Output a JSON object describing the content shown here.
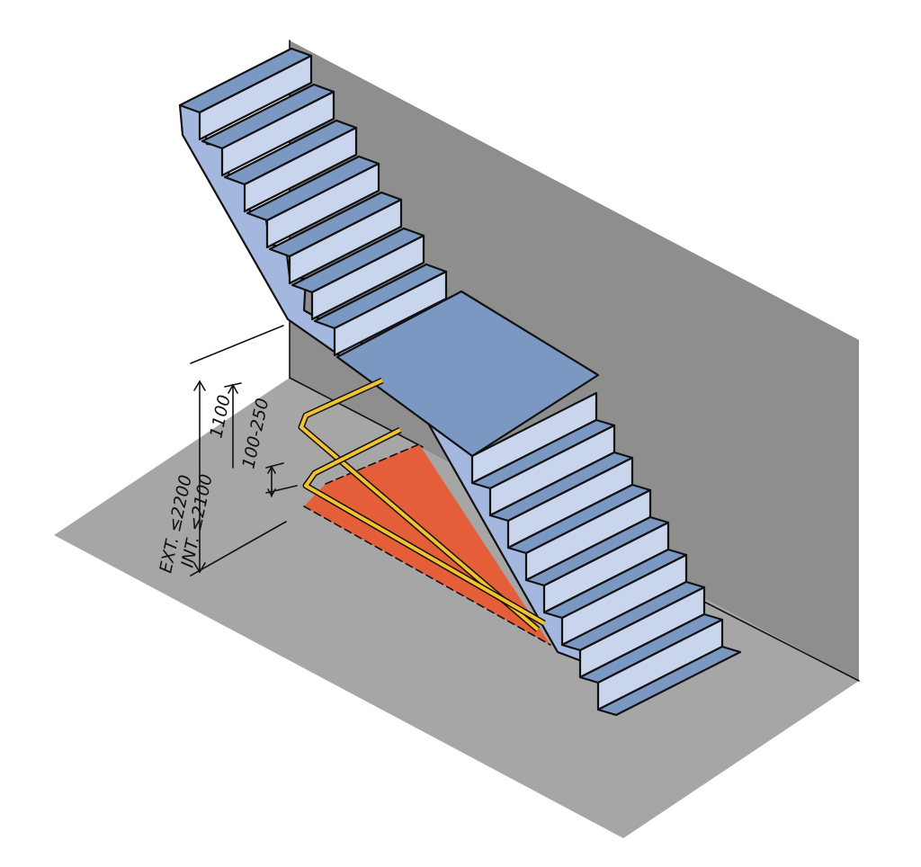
{
  "colors": {
    "floor": "#a6a6a6",
    "wall": "#8e8e8e",
    "tread": "#7b98c3",
    "riser": "#c8d5ec",
    "side": "#a3b7df",
    "warning_zone": "#e55e3a",
    "guard_rail": "#f2c230"
  },
  "dimensions": {
    "guard_height": "1100",
    "gap_range": "100-250",
    "ext_headroom": "EXT. ≤2200",
    "int_headroom": "INT. ≤2100"
  }
}
